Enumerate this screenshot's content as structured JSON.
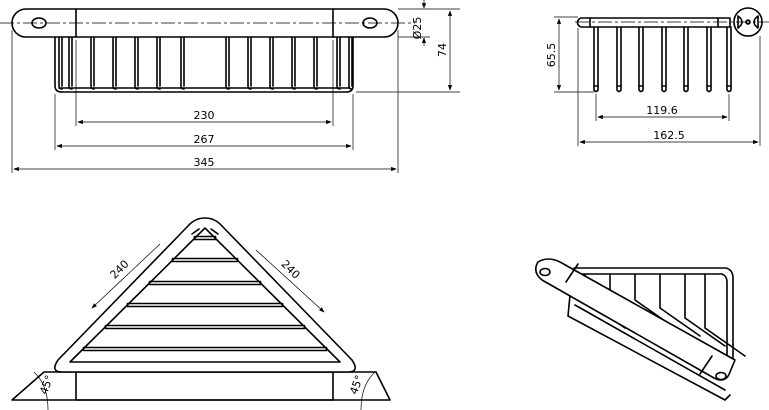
{
  "front_view": {
    "dim_inner": "230",
    "dim_basket": "267",
    "dim_overall": "345",
    "dim_diameter": "Ø25",
    "dim_height": "74"
  },
  "side_view": {
    "dim_height": "65.5",
    "dim_prongs": "119.6",
    "dim_overall": "162.5"
  },
  "top_view": {
    "dim_left_side": "240",
    "dim_right_side": "240",
    "angle_left": "45°",
    "angle_right": "45°"
  },
  "line_color": "#000000"
}
